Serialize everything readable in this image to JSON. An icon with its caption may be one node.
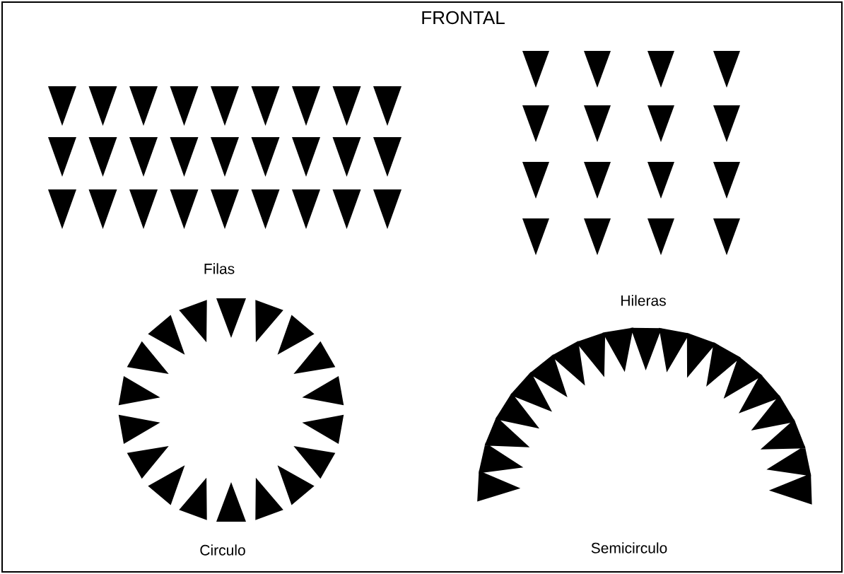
{
  "diagram": {
    "title": "FRONTAL",
    "labels": [
      "Filas",
      "Hileras",
      "Circulo",
      "Semicirculo"
    ]
  }
}
